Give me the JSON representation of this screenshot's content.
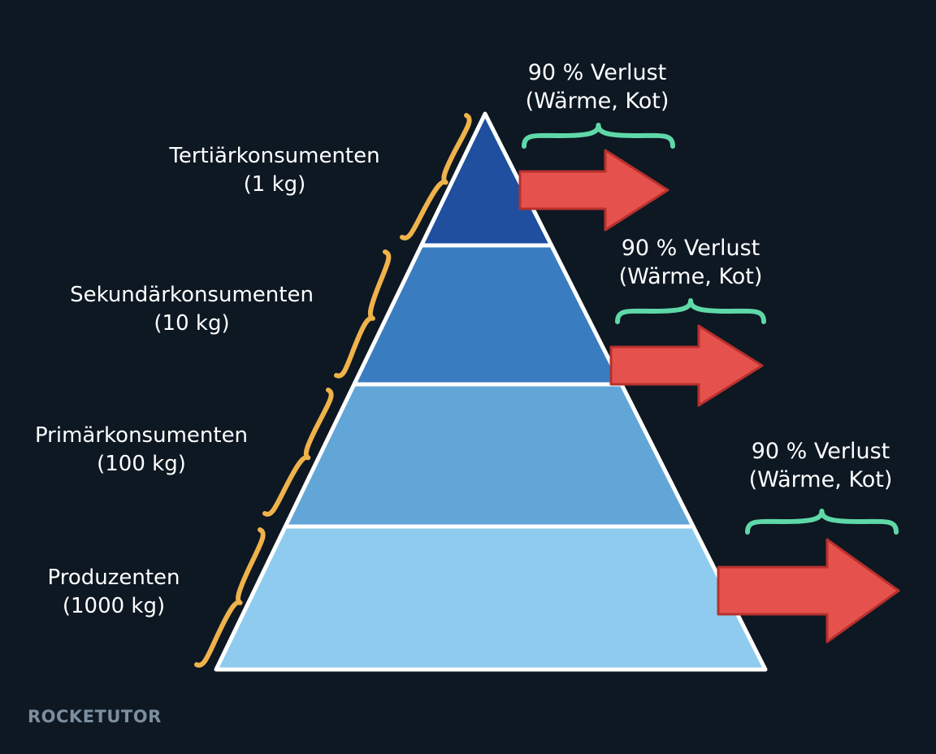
{
  "levels": [
    {
      "name": "Tertiärkonsumenten",
      "mass": "(1 kg)",
      "color": "#1f4f9e"
    },
    {
      "name": "Sekundärkonsumenten",
      "mass": "(10 kg)",
      "color": "#3a7cc0"
    },
    {
      "name": "Primärkonsumenten",
      "mass": "(100 kg)",
      "color": "#62a6d8"
    },
    {
      "name": "Produzenten",
      "mass": "(1000 kg)",
      "color": "#8ecbef"
    }
  ],
  "losses": [
    {
      "percent": "90 % Verlust",
      "cause": "(Wärme, Kot)"
    },
    {
      "percent": "90 % Verlust",
      "cause": "(Wärme, Kot)"
    },
    {
      "percent": "90 % Verlust",
      "cause": "(Wärme, Kot)"
    }
  ],
  "colors": {
    "background": "#0d1823",
    "outline": "#ffffff",
    "level_brace": "#f0b24a",
    "loss_brace": "#5fd8a8",
    "arrow": "#e5524e",
    "arrow_edge": "#b8302c"
  },
  "logo": {
    "text": "ROCKETUTOR"
  }
}
